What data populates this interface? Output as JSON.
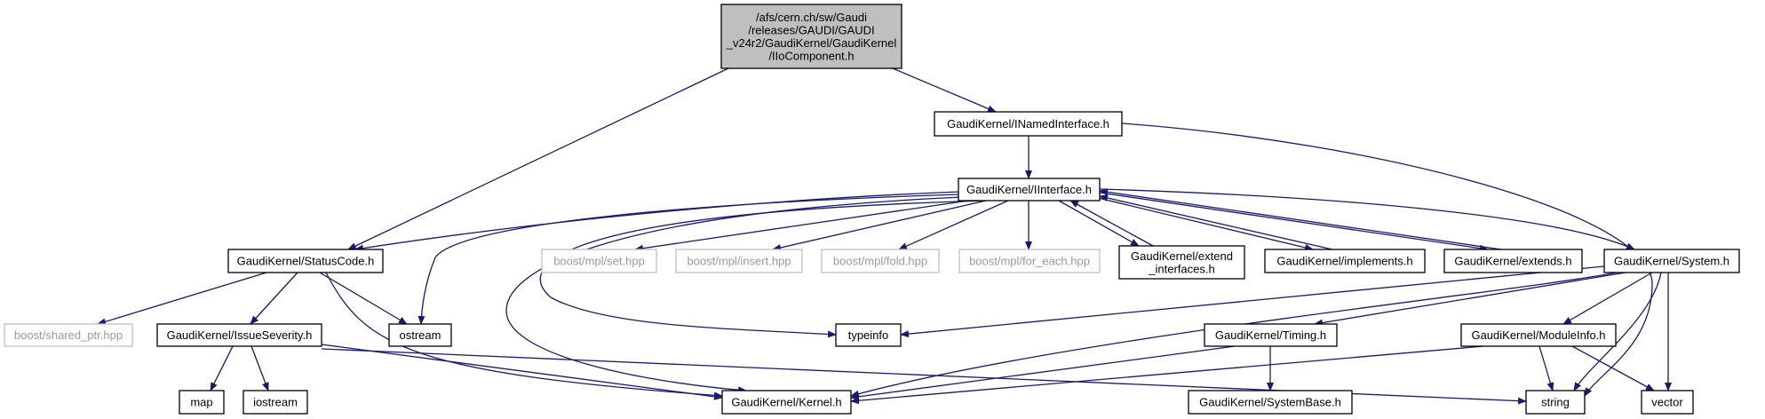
{
  "colors": {
    "edge": "#191970",
    "root_fill": "#bfbfbf",
    "external_border": "#bfbfbf"
  },
  "nodes": [
    {
      "id": "root",
      "lines": [
        "/afs/cern.ch/sw/Gaudi",
        "/releases/GAUDI/GAUDI",
        "_v24r2/GaudiKernel/GaudiKernel",
        "/IIoComponent.h"
      ],
      "kind": "root"
    },
    {
      "id": "inamed",
      "lines": [
        "GaudiKernel/INamedInterface.h"
      ],
      "kind": "local"
    },
    {
      "id": "iiface",
      "lines": [
        "GaudiKernel/IInterface.h"
      ],
      "kind": "local"
    },
    {
      "id": "status",
      "lines": [
        "GaudiKernel/StatusCode.h"
      ],
      "kind": "local"
    },
    {
      "id": "set",
      "lines": [
        "boost/mpl/set.hpp"
      ],
      "kind": "external"
    },
    {
      "id": "insert",
      "lines": [
        "boost/mpl/insert.hpp"
      ],
      "kind": "external"
    },
    {
      "id": "fold",
      "lines": [
        "boost/mpl/fold.hpp"
      ],
      "kind": "external"
    },
    {
      "id": "foreach",
      "lines": [
        "boost/mpl/for_each.hpp"
      ],
      "kind": "external"
    },
    {
      "id": "extif",
      "lines": [
        "GaudiKernel/extend",
        "_interfaces.h"
      ],
      "kind": "local"
    },
    {
      "id": "impl",
      "lines": [
        "GaudiKernel/implements.h"
      ],
      "kind": "local"
    },
    {
      "id": "extends",
      "lines": [
        "GaudiKernel/extends.h"
      ],
      "kind": "local"
    },
    {
      "id": "system",
      "lines": [
        "GaudiKernel/System.h"
      ],
      "kind": "local"
    },
    {
      "id": "shptr",
      "lines": [
        "boost/shared_ptr.hpp"
      ],
      "kind": "external"
    },
    {
      "id": "issue",
      "lines": [
        "GaudiKernel/IssueSeverity.h"
      ],
      "kind": "local"
    },
    {
      "id": "ostream",
      "lines": [
        "ostream"
      ],
      "kind": "local"
    },
    {
      "id": "typeinfo",
      "lines": [
        "typeinfo"
      ],
      "kind": "local"
    },
    {
      "id": "timing",
      "lines": [
        "GaudiKernel/Timing.h"
      ],
      "kind": "local"
    },
    {
      "id": "modinfo",
      "lines": [
        "GaudiKernel/ModuleInfo.h"
      ],
      "kind": "local"
    },
    {
      "id": "map",
      "lines": [
        "map"
      ],
      "kind": "local"
    },
    {
      "id": "iostream",
      "lines": [
        "iostream"
      ],
      "kind": "local"
    },
    {
      "id": "kernel",
      "lines": [
        "GaudiKernel/Kernel.h"
      ],
      "kind": "local"
    },
    {
      "id": "sysbase",
      "lines": [
        "GaudiKernel/SystemBase.h"
      ],
      "kind": "local"
    },
    {
      "id": "string",
      "lines": [
        "string"
      ],
      "kind": "local"
    },
    {
      "id": "vector",
      "lines": [
        "vector"
      ],
      "kind": "local"
    }
  ],
  "edges": [
    {
      "from": "root",
      "to": "status"
    },
    {
      "from": "root",
      "to": "inamed"
    },
    {
      "from": "inamed",
      "to": "iiface"
    },
    {
      "from": "inamed",
      "to": "string"
    },
    {
      "from": "iiface",
      "to": "status"
    },
    {
      "from": "iiface",
      "to": "ostream"
    },
    {
      "from": "iiface",
      "to": "kernel"
    },
    {
      "from": "iiface",
      "to": "typeinfo"
    },
    {
      "from": "iiface",
      "to": "set"
    },
    {
      "from": "iiface",
      "to": "insert"
    },
    {
      "from": "iiface",
      "to": "fold"
    },
    {
      "from": "iiface",
      "to": "foreach"
    },
    {
      "from": "iiface",
      "to": "extif"
    },
    {
      "from": "iiface",
      "to": "impl"
    },
    {
      "from": "iiface",
      "to": "extends"
    },
    {
      "from": "iiface",
      "to": "system"
    },
    {
      "from": "extif",
      "to": "iiface"
    },
    {
      "from": "impl",
      "to": "iiface"
    },
    {
      "from": "extends",
      "to": "iiface"
    },
    {
      "from": "status",
      "to": "shptr"
    },
    {
      "from": "status",
      "to": "issue"
    },
    {
      "from": "status",
      "to": "ostream"
    },
    {
      "from": "status",
      "to": "kernel"
    },
    {
      "from": "issue",
      "to": "map"
    },
    {
      "from": "issue",
      "to": "iostream"
    },
    {
      "from": "issue",
      "to": "kernel"
    },
    {
      "from": "issue",
      "to": "string"
    },
    {
      "from": "system",
      "to": "typeinfo"
    },
    {
      "from": "system",
      "to": "kernel"
    },
    {
      "from": "system",
      "to": "timing"
    },
    {
      "from": "system",
      "to": "modinfo"
    },
    {
      "from": "system",
      "to": "string"
    },
    {
      "from": "system",
      "to": "vector"
    },
    {
      "from": "timing",
      "to": "kernel"
    },
    {
      "from": "timing",
      "to": "sysbase"
    },
    {
      "from": "modinfo",
      "to": "kernel"
    },
    {
      "from": "modinfo",
      "to": "string"
    },
    {
      "from": "modinfo",
      "to": "vector"
    }
  ]
}
